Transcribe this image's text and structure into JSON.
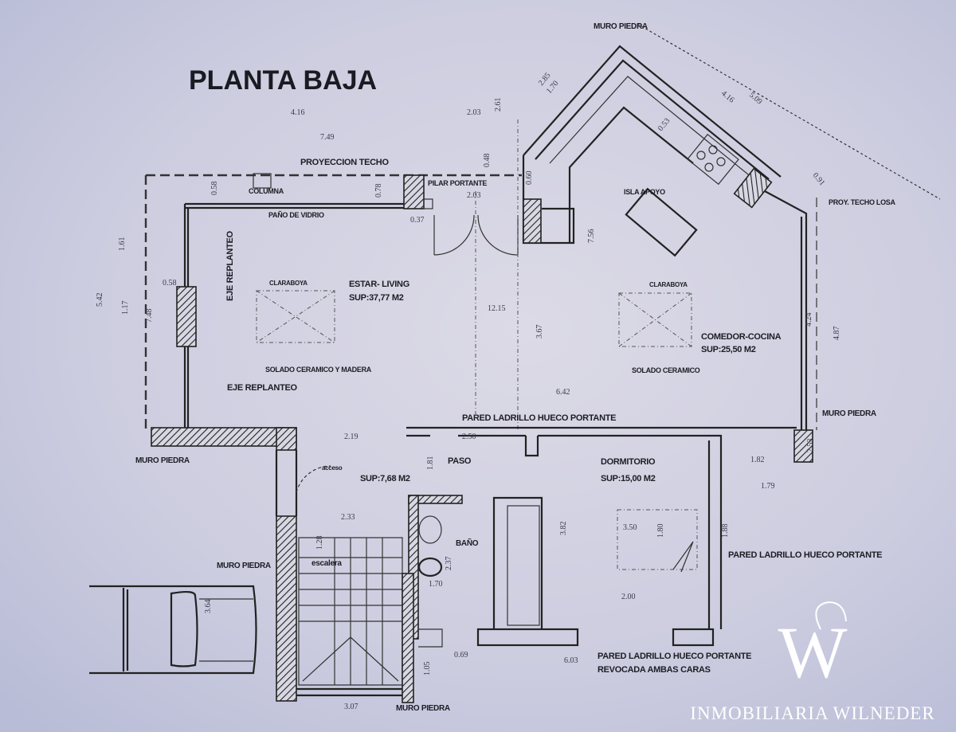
{
  "title": "PLANTA BAJA",
  "labels": [
    "PROYECCION TECHO",
    "COLUMNA",
    "PILAR PORTANTE",
    "PAÑO DE VIDRIO",
    "EJE REPLANTEO",
    "CLARABOYA",
    "ESTAR- LIVING",
    "SUP:37,77 M2",
    "SOLADO CERAMICO Y MADERA",
    "EJE REPLANTEO",
    "MURO PIEDRA",
    "ISLA APOYO",
    "PROY. TECHO LOSA",
    "CLARABOYA",
    "COMEDOR-COCINA",
    "SUP:25,50 M2",
    "SOLADO CERAMICO",
    "PARED LADRILLO HUECO PORTANTE",
    "MURO PIEDRA",
    "MURO PIEDRA",
    "acceso",
    "SUP:7,68 M2",
    "PASO",
    "DORMITORIO",
    "SUP:15,00 M2",
    "BAÑO",
    "escalera",
    "MURO PIEDRA",
    "PARED LADRILLO HUECO PORTANTE",
    "PARED LADRILLO HUECO PORTANTE",
    "REVOCADA AMBAS CARAS",
    "MURO PIEDRA"
  ],
  "dimensions": [
    "4.16",
    "7.49",
    "2.03",
    "2.61",
    "0.48",
    "2.03",
    "0.37",
    "0.58",
    "0.78",
    "1.61",
    "5.42",
    "1.17",
    "0.58",
    "7.48",
    "12.15",
    "3.67",
    "7.56",
    "0.60",
    "0.53",
    "2.85",
    "1.70",
    "4.16",
    "5.09",
    "0.91",
    "4.24",
    "4.87",
    "6.42",
    "2.19",
    "2.50",
    "1.81",
    "2.33",
    "1.28",
    "2.37",
    "1.70",
    "3.82",
    "3.50",
    "1.80",
    "2.00",
    "1.88",
    "1.82",
    "1.79",
    "2.53",
    "0.69",
    "1.05",
    "6.03",
    "3.07",
    "3.64"
  ],
  "logo": {
    "letter": "W",
    "brand": "INMOBILIARIA WILNEDER"
  },
  "colors": {
    "paper": "#c8c8dc",
    "ink": "#222222",
    "logo": "#ffffff"
  }
}
